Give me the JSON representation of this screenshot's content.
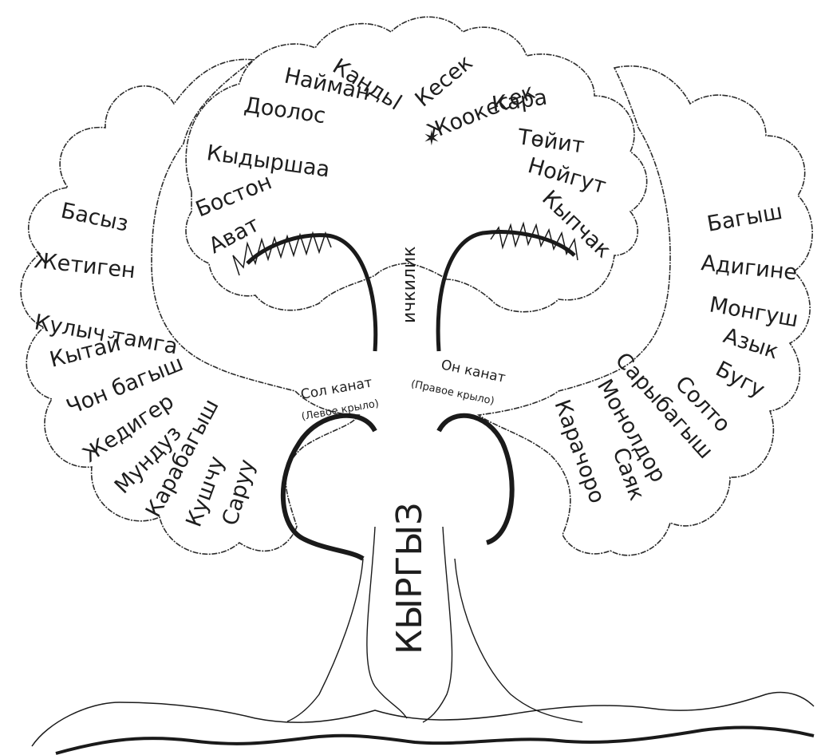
{
  "diagram": {
    "trunk_label": "КЫРГЫЗ",
    "center_label": "ичкилик",
    "left_wing": {
      "label": "Сол канат",
      "sublabel": "(Левое крыло)"
    },
    "right_wing": {
      "label": "Он канат",
      "sublabel": "(Правое крыло)"
    },
    "top_left_tribes": [
      "Авaт",
      "Бостон",
      "Кыдыршаа",
      "Доолос",
      "Найман",
      "Кандьl"
    ],
    "top_right_tribes": [
      "Кесек",
      "Жоокесек",
      "Кара",
      "Төйит",
      "Нойгут",
      "Кыпчак"
    ],
    "left_tribes": [
      "Басыз",
      "Жетиген",
      "Кулыч тамга",
      "Кытай",
      "Чон багыш",
      "Жедигер",
      "Мундуз",
      "Карабагыш",
      "Кушчу",
      "Саруу"
    ],
    "right_tribes": [
      "Багыш",
      "Адигине",
      "Монгуш",
      "Азык",
      "Бугу",
      "Солто",
      "Сарыбагыш",
      "Монолдор",
      "Саяк",
      "Карачоро"
    ]
  }
}
